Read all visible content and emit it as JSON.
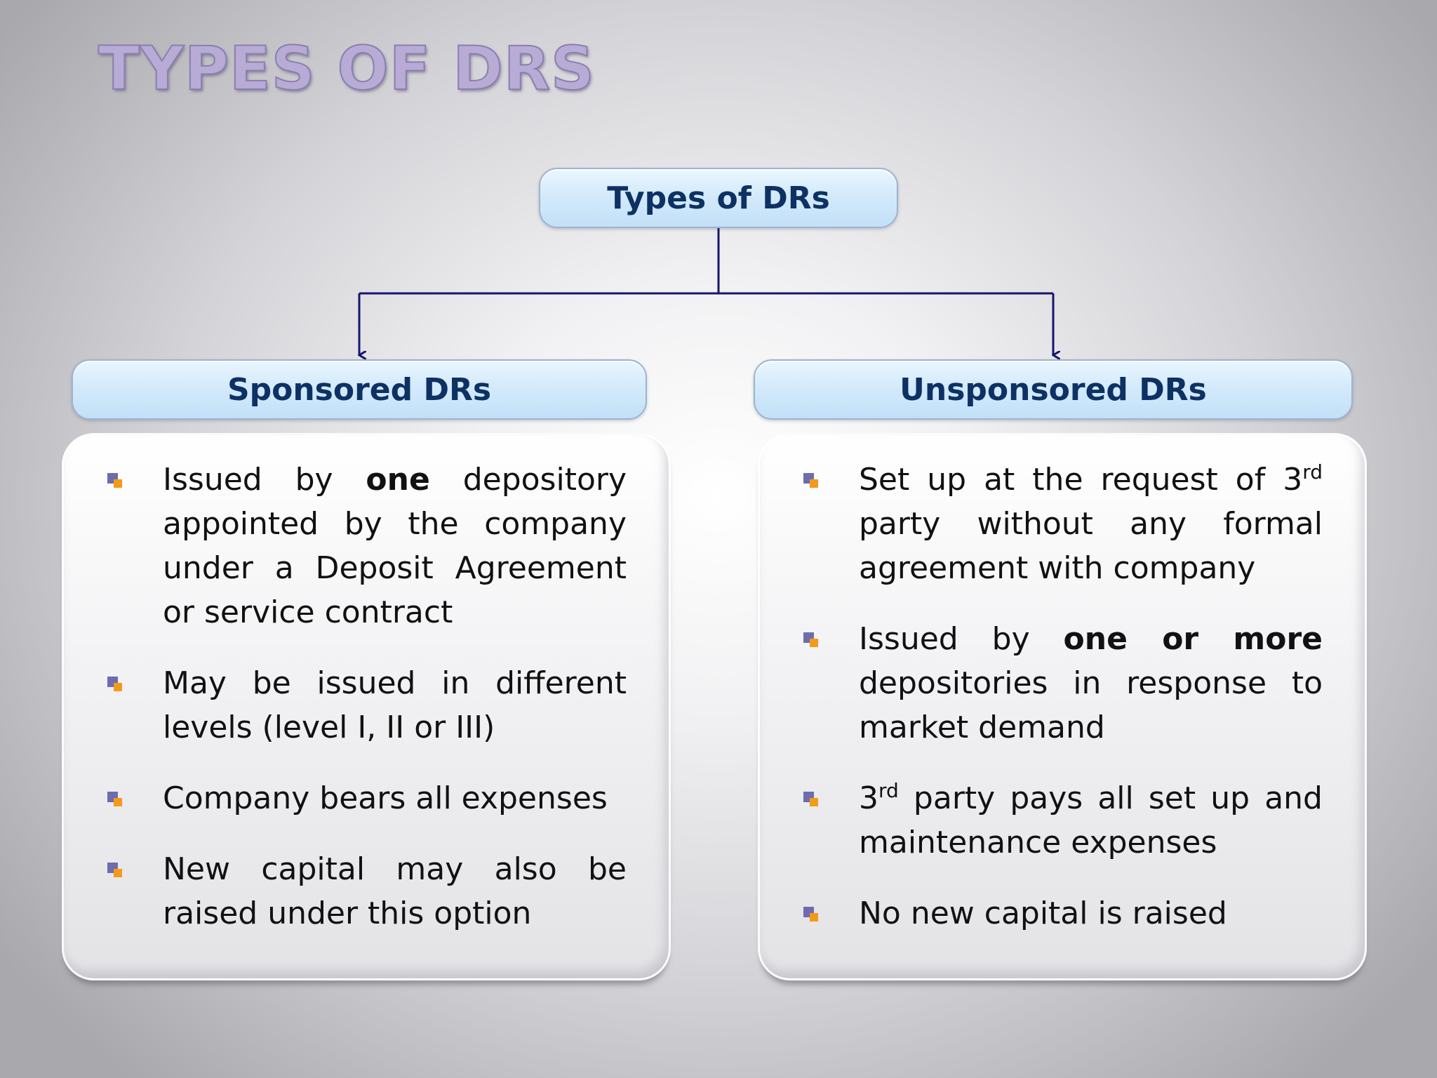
{
  "slide": {
    "title": "TYPES OF DRS"
  },
  "diagram": {
    "root": {
      "label": "Types of DRs"
    },
    "branches": [
      {
        "label": "Sponsored DRs",
        "items": [
          {
            "before": "Issued by ",
            "bold": "one",
            "after": " depository appointed by the company under a Deposit Agreement or service contract"
          },
          {
            "before": "May be issued in different levels (level I, II or III)"
          },
          {
            "before": "Company bears all expenses"
          },
          {
            "before": "New capital may also be raised under this option"
          }
        ]
      },
      {
        "label": "Unsponsored DRs",
        "items": [
          {
            "before": "Set up at the request of 3",
            "sup": "rd",
            "after": " party without any formal agreement with company"
          },
          {
            "before": "Issued by ",
            "bold": "one or more",
            "after": " depositories in response to market demand"
          },
          {
            "before": "3",
            "sup": "rd",
            "after": " party pays all set up and maintenance expenses"
          },
          {
            "before": "No new capital is raised"
          }
        ]
      }
    ]
  },
  "colors": {
    "connector": "#16166e",
    "node_text": "#0d3163",
    "bullet_primary": "#6d6cae",
    "bullet_accent": "#f39a1b"
  },
  "icons": {
    "bullet": "square-bullet-icon"
  }
}
